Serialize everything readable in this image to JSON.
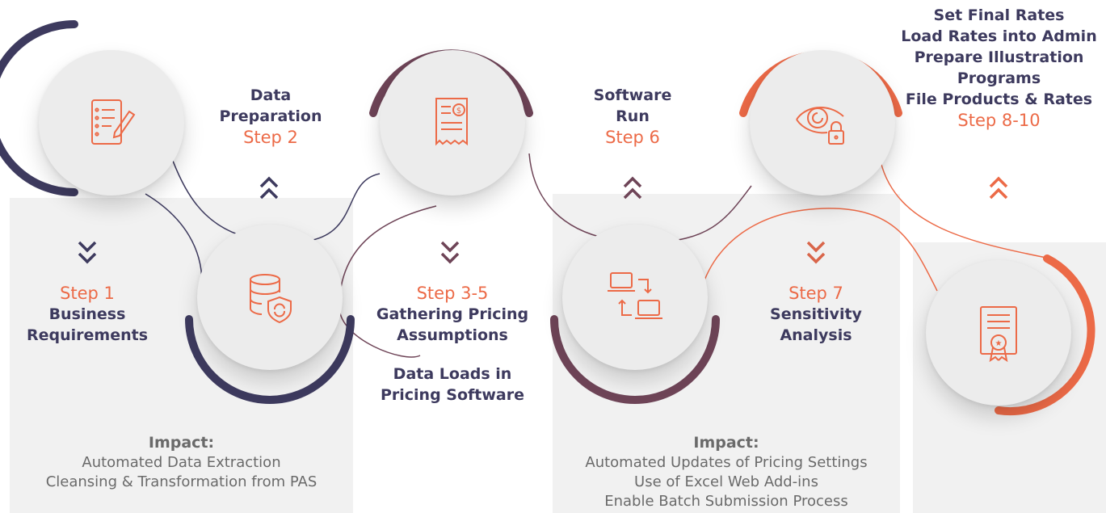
{
  "colors": {
    "navy": "#3d3a5e",
    "plum": "#6e4457",
    "coral": "#ec6a47",
    "title_text": "#3d3a5e",
    "impact_text": "#6a6a6a",
    "panel": "#f1f1f1"
  },
  "steps": {
    "step1": {
      "step": "Step 1",
      "title_line1": "Business",
      "title_line2": "Requirements",
      "icon": "checklist-pencil-icon"
    },
    "step2": {
      "title_line1": "Data",
      "title_line2": "Preparation",
      "step": "Step 2",
      "icon": "database-shield-icon"
    },
    "step3_5": {
      "step": "Step 3-5",
      "title_line1": "Gathering Pricing",
      "title_line2": "Assumptions",
      "extra_line1": "Data Loads in",
      "extra_line2": "Pricing Software",
      "icon": "receipt-dollar-icon"
    },
    "step6": {
      "title_line1": "Software",
      "title_line2": "Run",
      "step": "Step 6",
      "icon": "computers-transfer-icon"
    },
    "step7": {
      "step": "Step 7",
      "title_line1": "Sensitivity",
      "title_line2": "Analysis",
      "icon": "eye-lock-icon"
    },
    "step8_10": {
      "lines": [
        "Set Final Rates",
        "Load Rates into Admin",
        "Prepare Illustration",
        "Programs",
        "File Products & Rates"
      ],
      "step": "Step 8-10",
      "icon": "certificate-icon"
    }
  },
  "impact_left": {
    "heading": "Impact:",
    "lines": [
      "Automated Data Extraction",
      "Cleansing & Transformation from PAS"
    ]
  },
  "impact_right": {
    "heading": "Impact:",
    "lines": [
      "Automated Updates of Pricing Settings",
      "Use of Excel Web Add-ins",
      "Enable Batch Submission Process"
    ]
  }
}
